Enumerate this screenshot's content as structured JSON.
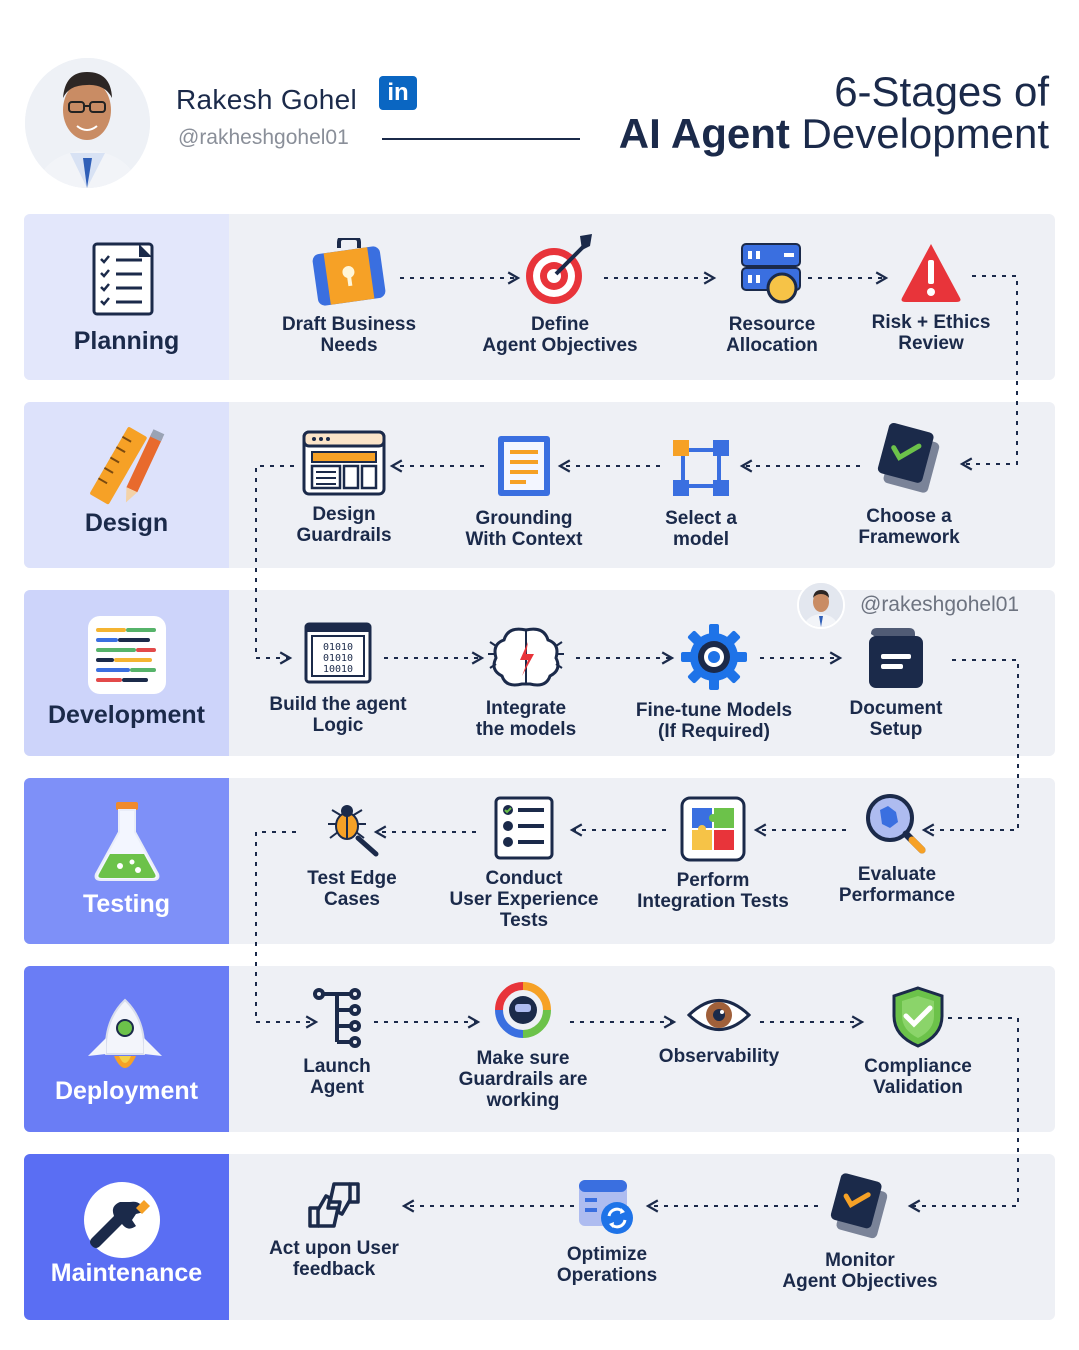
{
  "author": {
    "name": "Rakesh Gohel",
    "handle": "@rakheshgohel01",
    "linkedin_badge": "in",
    "watermark_handle": "@rakeshgohel01"
  },
  "title": {
    "line1": "6-Stages of",
    "line2_bold": "AI Agent",
    "line2_rest": " Development"
  },
  "colors": {
    "navy": "#1b2a4a",
    "row_bg": "#eef0f5",
    "planning": "#e3e7fb",
    "design": "#dde2fb",
    "development": "#cdd4fa",
    "testing": "#7e90f8",
    "deployment": "#6a7df5",
    "maintenance": "#5a6ef3",
    "flow_line": "#1b2a4a"
  },
  "stages": [
    {
      "label": "Planning",
      "icon": "checklist-document-icon",
      "steps": [
        {
          "label": "Draft Business\nNeeds",
          "icon": "briefcase-icon"
        },
        {
          "label": "Define\nAgent Objectives",
          "icon": "target-icon"
        },
        {
          "label": "Resource\nAllocation",
          "icon": "server-icon"
        },
        {
          "label": "Risk + Ethics\nReview",
          "icon": "warning-icon"
        }
      ]
    },
    {
      "label": "Design",
      "icon": "ruler-pencil-icon",
      "steps": [
        {
          "label": "Choose a\nFramework",
          "icon": "framework-check-icon"
        },
        {
          "label": "Select a\nmodel",
          "icon": "model-nodes-icon"
        },
        {
          "label": "Grounding\nWith Context",
          "icon": "document-context-icon"
        },
        {
          "label": "Design\nGuardrails",
          "icon": "browser-layout-icon"
        }
      ]
    },
    {
      "label": "Development",
      "icon": "code-editor-icon",
      "steps": [
        {
          "label": "Build the agent\nLogic",
          "icon": "binary-code-icon"
        },
        {
          "label": "Integrate\nthe models",
          "icon": "brain-icon"
        },
        {
          "label": "Fine-tune Models\n(If Required)",
          "icon": "gear-icon"
        },
        {
          "label": "Document\nSetup",
          "icon": "wallet-document-icon"
        }
      ]
    },
    {
      "label": "Testing",
      "icon": "flask-icon",
      "steps": [
        {
          "label": "Evaluate\nPerformance",
          "icon": "magnifier-icon"
        },
        {
          "label": "Perform\nIntegration Tests",
          "icon": "puzzle-icon"
        },
        {
          "label": "Conduct\nUser Experience\nTests",
          "icon": "checklist-icon"
        },
        {
          "label": "Test Edge\nCases",
          "icon": "bug-icon"
        }
      ]
    },
    {
      "label": "Deployment",
      "icon": "rocket-icon",
      "steps": [
        {
          "label": "Launch\nAgent",
          "icon": "git-branch-icon"
        },
        {
          "label": "Make sure\nGuardrails are\nworking",
          "icon": "guardrail-gauge-icon"
        },
        {
          "label": "Observability",
          "icon": "eye-icon"
        },
        {
          "label": "Compliance\nValidation",
          "icon": "shield-check-icon"
        }
      ]
    },
    {
      "label": "Maintenance",
      "icon": "wrench-icon",
      "steps": [
        {
          "label": "Monitor\nAgent Objectives",
          "icon": "monitor-check-icon"
        },
        {
          "label": "Optimize\nOperations",
          "icon": "optimize-sync-icon"
        },
        {
          "label": "Act upon User\nfeedback",
          "icon": "thumbs-feedback-icon"
        }
      ]
    }
  ]
}
